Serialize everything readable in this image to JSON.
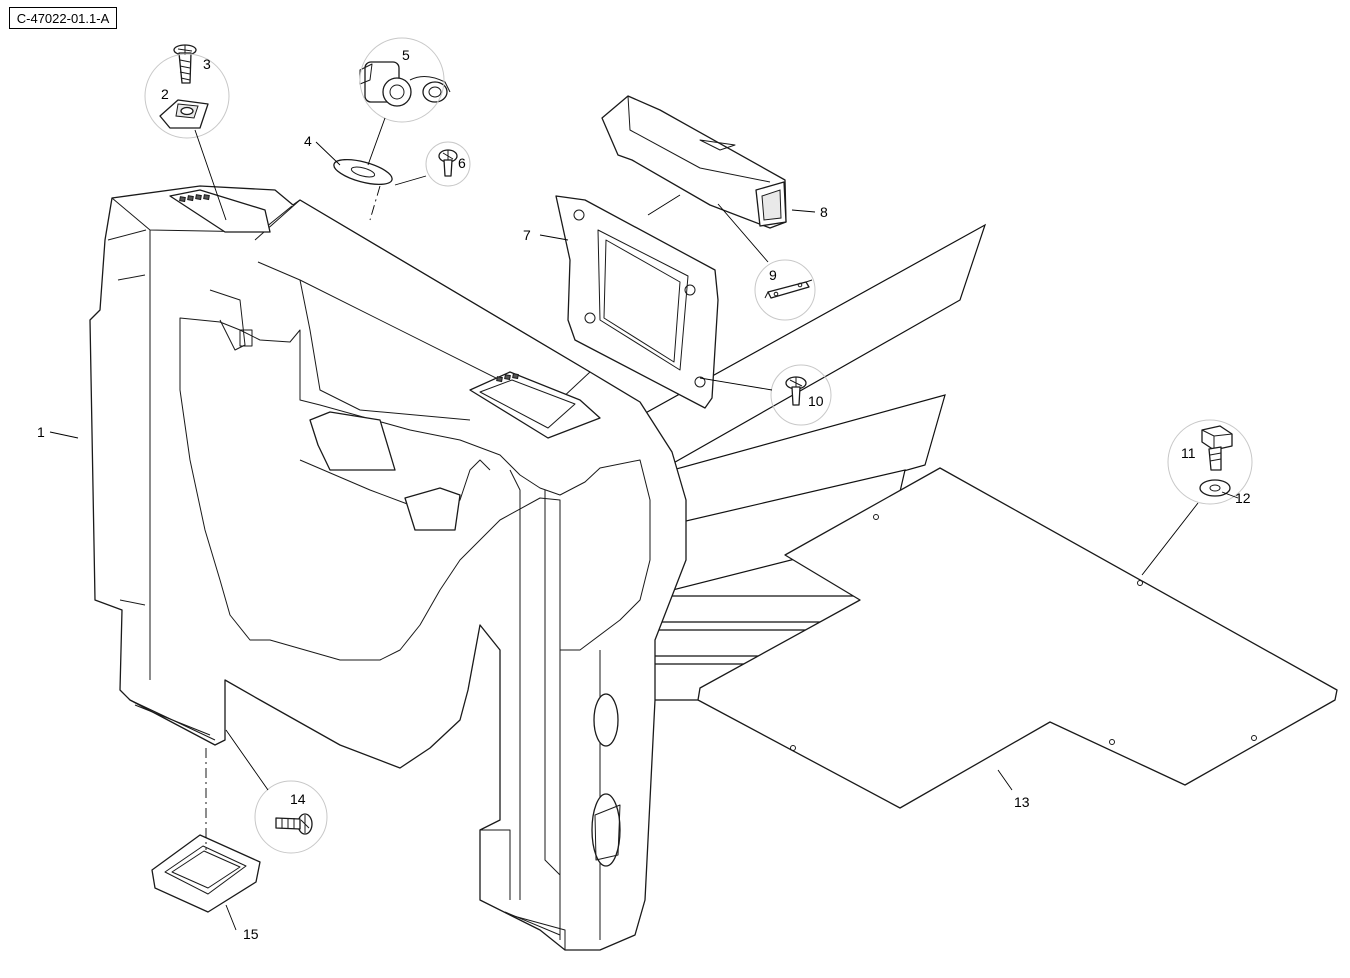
{
  "reference_code": "C-47022-01.1-A",
  "callouts": [
    {
      "id": "1",
      "label": "1"
    },
    {
      "id": "2",
      "label": "2"
    },
    {
      "id": "3",
      "label": "3"
    },
    {
      "id": "4",
      "label": "4"
    },
    {
      "id": "5",
      "label": "5"
    },
    {
      "id": "6",
      "label": "6"
    },
    {
      "id": "7",
      "label": "7"
    },
    {
      "id": "8",
      "label": "8"
    },
    {
      "id": "9",
      "label": "9"
    },
    {
      "id": "10",
      "label": "10"
    },
    {
      "id": "11",
      "label": "11"
    },
    {
      "id": "12",
      "label": "12"
    },
    {
      "id": "13",
      "label": "13"
    },
    {
      "id": "14",
      "label": "14"
    },
    {
      "id": "15",
      "label": "15"
    }
  ],
  "colors": {
    "line": "#1a1a1a",
    "background": "#ffffff",
    "bubble": "#c8c8c8"
  }
}
